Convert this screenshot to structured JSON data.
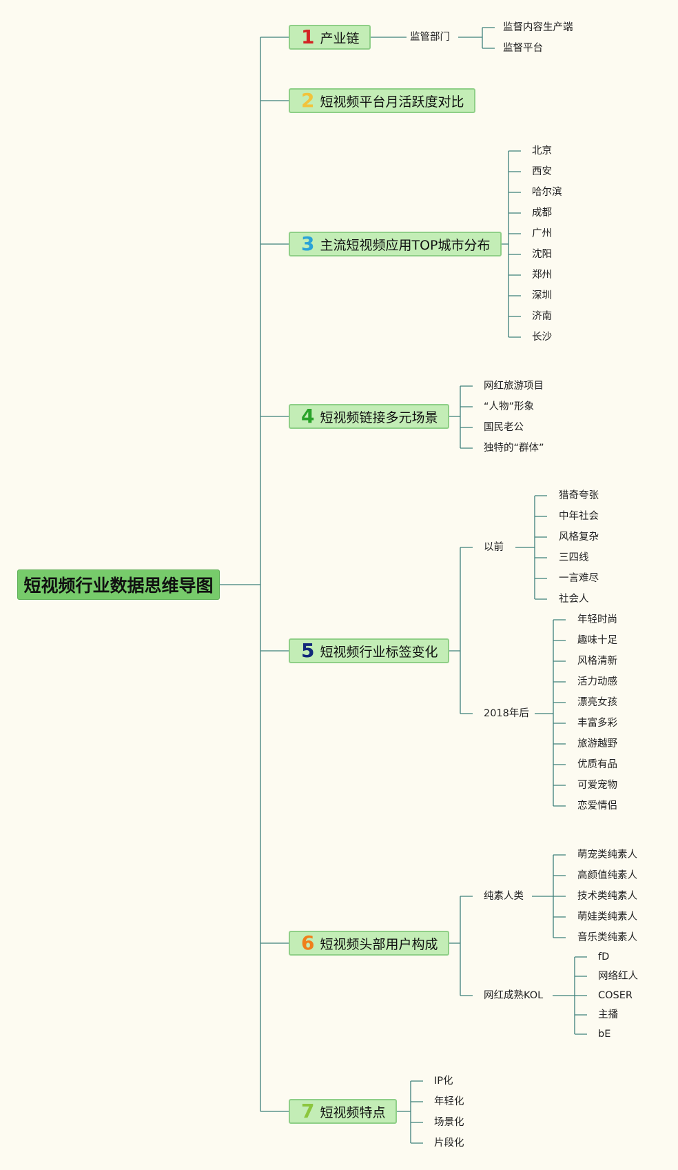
{
  "root": "短视频行业数据思维导图",
  "topics": [
    {
      "num": "1",
      "label": "产业链",
      "color": "#d32424"
    },
    {
      "num": "2",
      "label": "短视频平台月活跃度对比",
      "color": "#f2c33c"
    },
    {
      "num": "3",
      "label": "主流短视频应用TOP城市分布",
      "color": "#2aa2d8"
    },
    {
      "num": "4",
      "label": "短视频链接多元场景",
      "color": "#29a329"
    },
    {
      "num": "5",
      "label": "短视频行业标签变化",
      "color": "#12287a"
    },
    {
      "num": "6",
      "label": "短视频头部用户构成",
      "color": "#f07f1a"
    },
    {
      "num": "7",
      "label": "短视频特点",
      "color": "#8cc63f"
    }
  ],
  "t1": {
    "sub": "监管部门",
    "items": [
      "监督内容生产端",
      "监督平台"
    ]
  },
  "t3": {
    "items": [
      "北京",
      "西安",
      "哈尔滨",
      "成都",
      "广州",
      "沈阳",
      "郑州",
      "深圳",
      "济南",
      "长沙"
    ]
  },
  "t4": {
    "items": [
      "网红旅游项目",
      "“人物”形象",
      "国民老公",
      "独特的“群体”"
    ]
  },
  "t5": {
    "before": "以前",
    "before_items": [
      "猎奇夸张",
      "中年社会",
      "风格复杂",
      "三四线",
      "一言难尽",
      "社会人"
    ],
    "after": "2018年后",
    "after_items": [
      "年轻时尚",
      "趣味十足",
      "风格清新",
      "活力动感",
      "漂亮女孩",
      "丰富多彩",
      "旅游越野",
      "优质有品",
      "可爱宠物",
      "恋爱情侣"
    ]
  },
  "t6": {
    "g1": "纯素人类",
    "g1_items": [
      "萌宠类纯素人",
      "高颜值纯素人",
      "技术类纯素人",
      "萌娃类纯素人",
      "音乐类纯素人"
    ],
    "g2": "网红成熟KOL",
    "g2_items": [
      "fD",
      "网络红人",
      "COSER",
      "主播",
      "bE"
    ]
  },
  "t7": {
    "items": [
      "IP化",
      "年轻化",
      "场景化",
      "片段化"
    ]
  },
  "line_color": "#3d7f7a"
}
